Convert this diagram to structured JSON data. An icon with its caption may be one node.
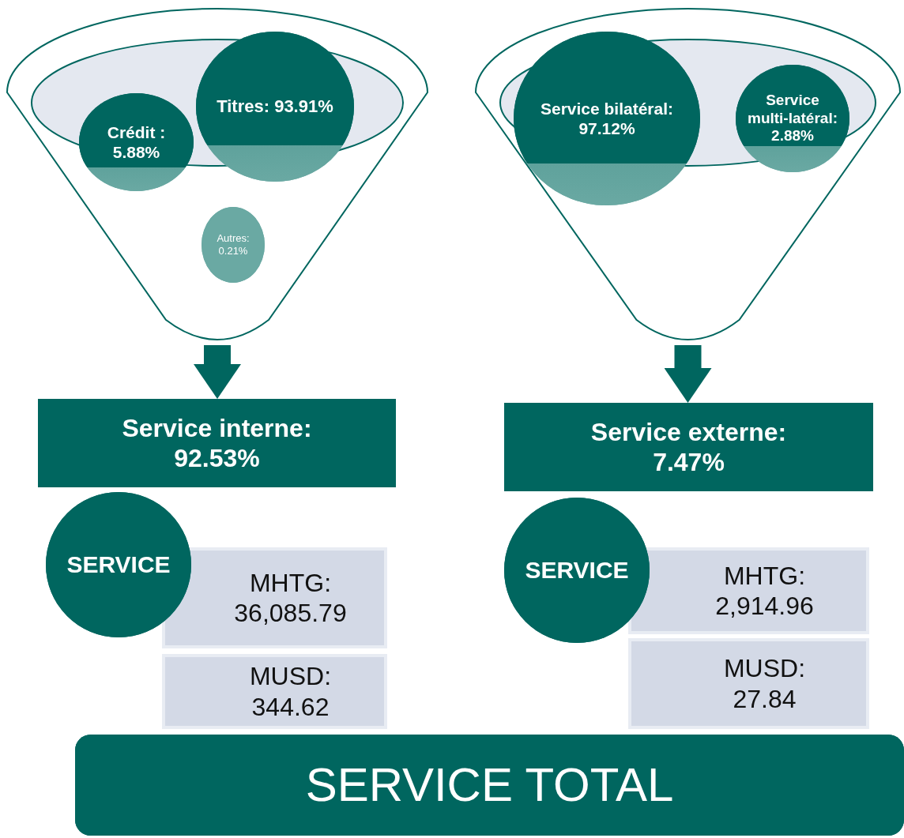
{
  "diagram": {
    "nodes": [
      {
        "text": [],
        "shape": "funnel"
      },
      {
        "text": [
          "Crédit : 5.88%"
        ],
        "in": 0
      },
      {
        "text": [
          "Titres: 93.91%"
        ],
        "in": 0
      },
      {
        "text": [
          "Autres: 0.21%"
        ],
        "in": 0
      },
      {
        "text": [],
        "shape": "funnel"
      },
      {
        "text": [
          "Service bilatéral: 97.12%"
        ],
        "in": 4
      },
      {
        "text": [
          "Service multi-latéral: 2.88%"
        ],
        "in": 4
      },
      {
        "text": [
          "Service interne: 92.53%"
        ]
      },
      {
        "text": [
          "Service externe: 7.47%"
        ]
      },
      {
        "text": [
          "SERVICE"
        ]
      },
      {
        "text": [
          "MHTG: 36,085.79"
        ]
      },
      {
        "text": [
          "MUSD: 344.62"
        ]
      },
      {
        "text": [
          "SERVICE"
        ]
      },
      {
        "text": [
          "MHTG: 2,914.96"
        ]
      },
      {
        "text": [
          "MUSD: 27.84"
        ]
      },
      {
        "text": [
          "SERVICE TOTAL"
        ]
      }
    ],
    "edges": [
      {
        "from": 0,
        "to": 7,
        "arrow": "to"
      },
      {
        "from": 4,
        "to": 8,
        "arrow": "to"
      }
    ]
  }
}
